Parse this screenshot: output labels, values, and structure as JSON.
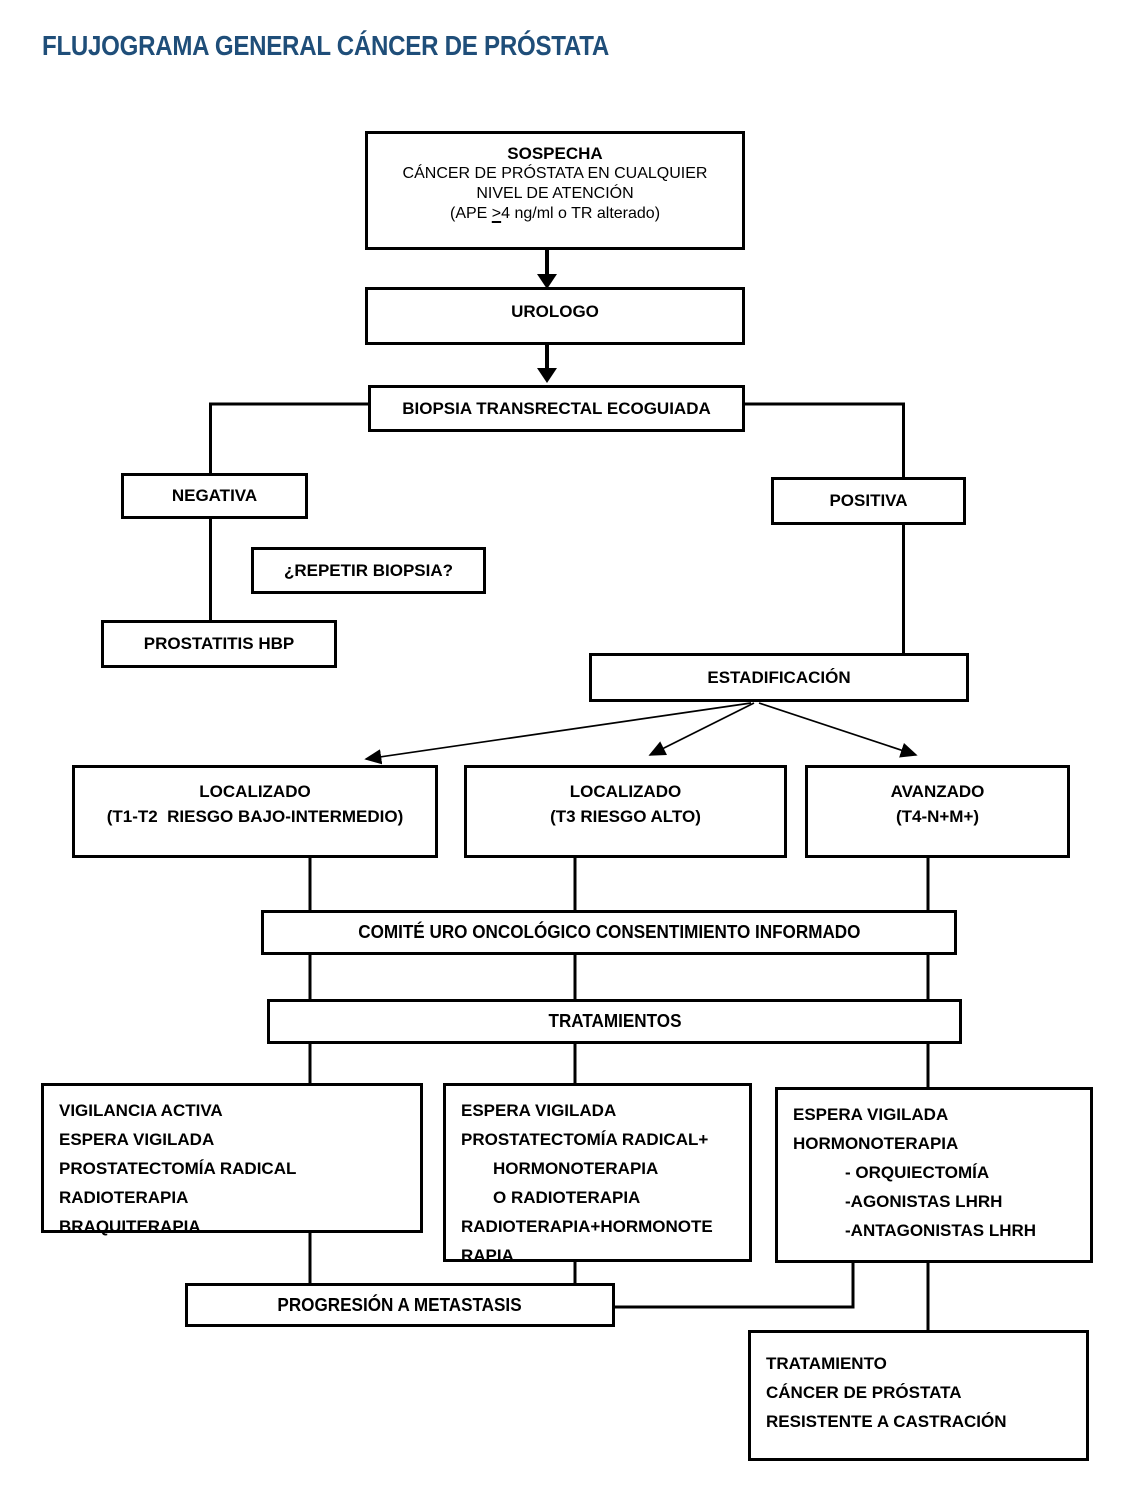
{
  "title": "FLUJOGRAMA GENERAL CÁNCER DE PRÓSTATA",
  "colors": {
    "title_text": "#1f4e79",
    "box_border": "#000000",
    "connector_line": "#000000",
    "background": "#ffffff"
  },
  "nodes": {
    "sospecha": {
      "heading": "SOSPECHA",
      "line2": "CÁNCER DE PRÓSTATA EN CUALQUIER",
      "line3": "NIVEL DE ATENCIÓN",
      "ape_prefix": "(APE ",
      "ape_gte": ">",
      "ape_suffix": "4 ng/ml o TR alterado)"
    },
    "urologo": {
      "label": "UROLOGO"
    },
    "biopsia": {
      "label": "BIOPSIA TRANSRECTAL ECOGUIADA"
    },
    "negativa": {
      "label": "NEGATIVA"
    },
    "repetir_biopsia": {
      "label": "¿REPETIR BIOPSIA?"
    },
    "prostatitis": {
      "label": "PROSTATITIS HBP"
    },
    "positiva": {
      "label": "POSITIVA"
    },
    "estadificacion": {
      "label": "ESTADIFICACIÓN"
    },
    "localizado_bajo_intermedio": {
      "line1": "LOCALIZADO",
      "line2": "(T1-T2  RIESGO BAJO-INTERMEDIO)"
    },
    "localizado_alto": {
      "line1": "LOCALIZADO",
      "line2": "(T3 RIESGO ALTO)"
    },
    "avanzado": {
      "line1": "AVANZADO",
      "line2": "(T4-N+M+)"
    },
    "comite": {
      "label": "COMITÉ URO ONCOLÓGICO CONSENTIMIENTO INFORMADO"
    },
    "tratamientos": {
      "label": "TRATAMIENTOS"
    },
    "tx_localizado": {
      "lines": [
        "VIGILANCIA ACTIVA",
        "ESPERA VIGILADA",
        "PROSTATECTOMÍA RADICAL",
        "RADIOTERAPIA",
        "BRAQUITERAPIA"
      ]
    },
    "tx_riesgo_alto": {
      "lines": [
        "ESPERA VIGILADA",
        "PROSTATECTOMÍA RADICAL+",
        "HORMONOTERAPIA",
        "O RADIOTERAPIA",
        "RADIOTERAPIA+HORMONOTE",
        "RAPIA"
      ]
    },
    "tx_avanzado": {
      "lines": [
        "ESPERA VIGILADA",
        "HORMONOTERAPIA",
        "- ORQUIECTOMÍA",
        "-AGONISTAS LHRH",
        "-ANTAGONISTAS LHRH"
      ]
    },
    "progresion": {
      "label": "PROGRESIÓN A METASTASIS"
    },
    "cprc": {
      "lines": [
        "TRATAMIENTO",
        "CÁNCER DE PRÓSTATA",
        "RESISTENTE A CASTRACIÓN"
      ]
    }
  }
}
